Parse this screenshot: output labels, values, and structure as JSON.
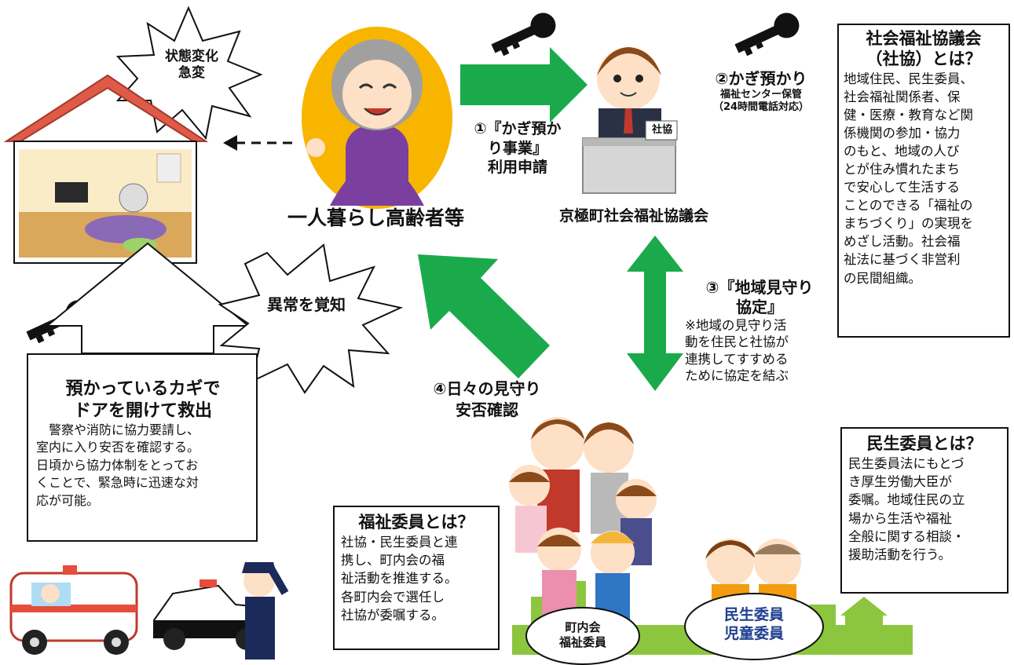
{
  "burst_status": {
    "line1": "状態変化",
    "line2": "急変"
  },
  "burst_alert": {
    "text": "異常を覚知"
  },
  "person_label": "一人暮らし高齢者等",
  "council_label": "京極町社会福祉協議会",
  "desk_sign": "社協",
  "step1": {
    "line1": "①『かぎ預か",
    "line2": "り事業』",
    "line3": "利用申請"
  },
  "step2": {
    "title": "②かぎ預かり",
    "sub1": "福祉センター保管",
    "sub2": "（24時間電話対応）"
  },
  "step3": {
    "title1": "③『地域見守り",
    "title2": "協定』",
    "note": [
      "※地域の見守り活",
      "動を住民と社協が",
      "連携してすすめる",
      "ために協定を結ぶ"
    ]
  },
  "step4": {
    "line1": "④日々の見守り",
    "line2": "安否確認"
  },
  "rescue": {
    "title1": "預かっているカギで",
    "title2": "ドアを開けて救出",
    "body": [
      "　警察や消防に協力要請し、",
      "室内に入り安否を確認する。",
      "日頃から協力体制をとってお",
      "くことで、緊急時に迅速な対",
      "応が可能。"
    ]
  },
  "shakyo_box": {
    "title1": "社会福祉協議会",
    "title2": "（社協）とは？",
    "body": [
      "地域住民、民生委員、",
      "社会福祉関係者、保",
      "健・医療・教育など関",
      "係機関の参加・協力",
      "のもと、地域の人び",
      "とが住み慣れたまち",
      "で安心して生活する",
      "ことのできる「福祉の",
      "まちづくり」の実現を",
      "めざし活動。社会福",
      "祉法に基づく非営利",
      "の民間組織。"
    ]
  },
  "minsei_box": {
    "title": "民生委員とは？",
    "body": [
      "民生委員法にもとづ",
      "き厚生労働大臣が",
      "委嘱。地域住民の立",
      "場から生活や福祉",
      "全般に関する相談・",
      "援助活動を行う。"
    ]
  },
  "fukushi_box": {
    "title": "福祉委員とは？",
    "body": [
      "社協・民生委員と連",
      "携し、町内会の福",
      "祉活動を推進する。",
      "各町内会で選任し",
      "社協が委嘱する。"
    ]
  },
  "oval_chonaikai": {
    "line1": "町内会",
    "line2": "福祉委員"
  },
  "oval_minsei": {
    "line1": "民生委員",
    "line2": "児童委員"
  },
  "colors": {
    "green_arrow": "#1aaa4b",
    "yellow_oval": "#f7b500",
    "roof": "#e05a48",
    "city_green": "#8cc63f",
    "oval_text_blue": "#1f3f8f"
  }
}
